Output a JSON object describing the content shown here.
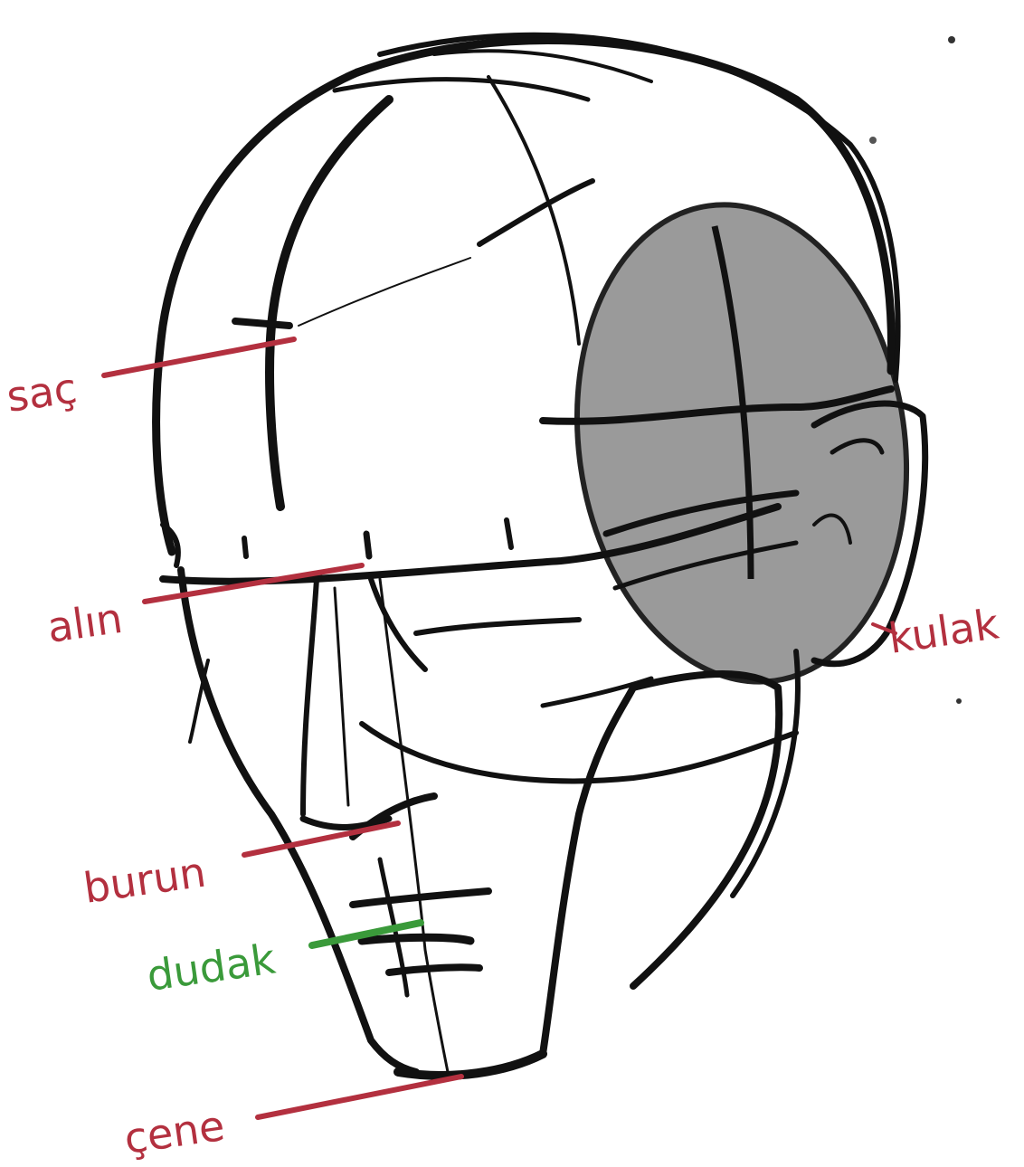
{
  "colors": {
    "label_red": "#b3303f",
    "label_green": "#3a9a3a",
    "ink": "#111111",
    "ear_zone": "#9a9a9a"
  },
  "labels": {
    "sac": "saç",
    "alin": "alın",
    "burun": "burun",
    "dudak": "dudak",
    "kulak": "kulak",
    "cene": "çene"
  }
}
